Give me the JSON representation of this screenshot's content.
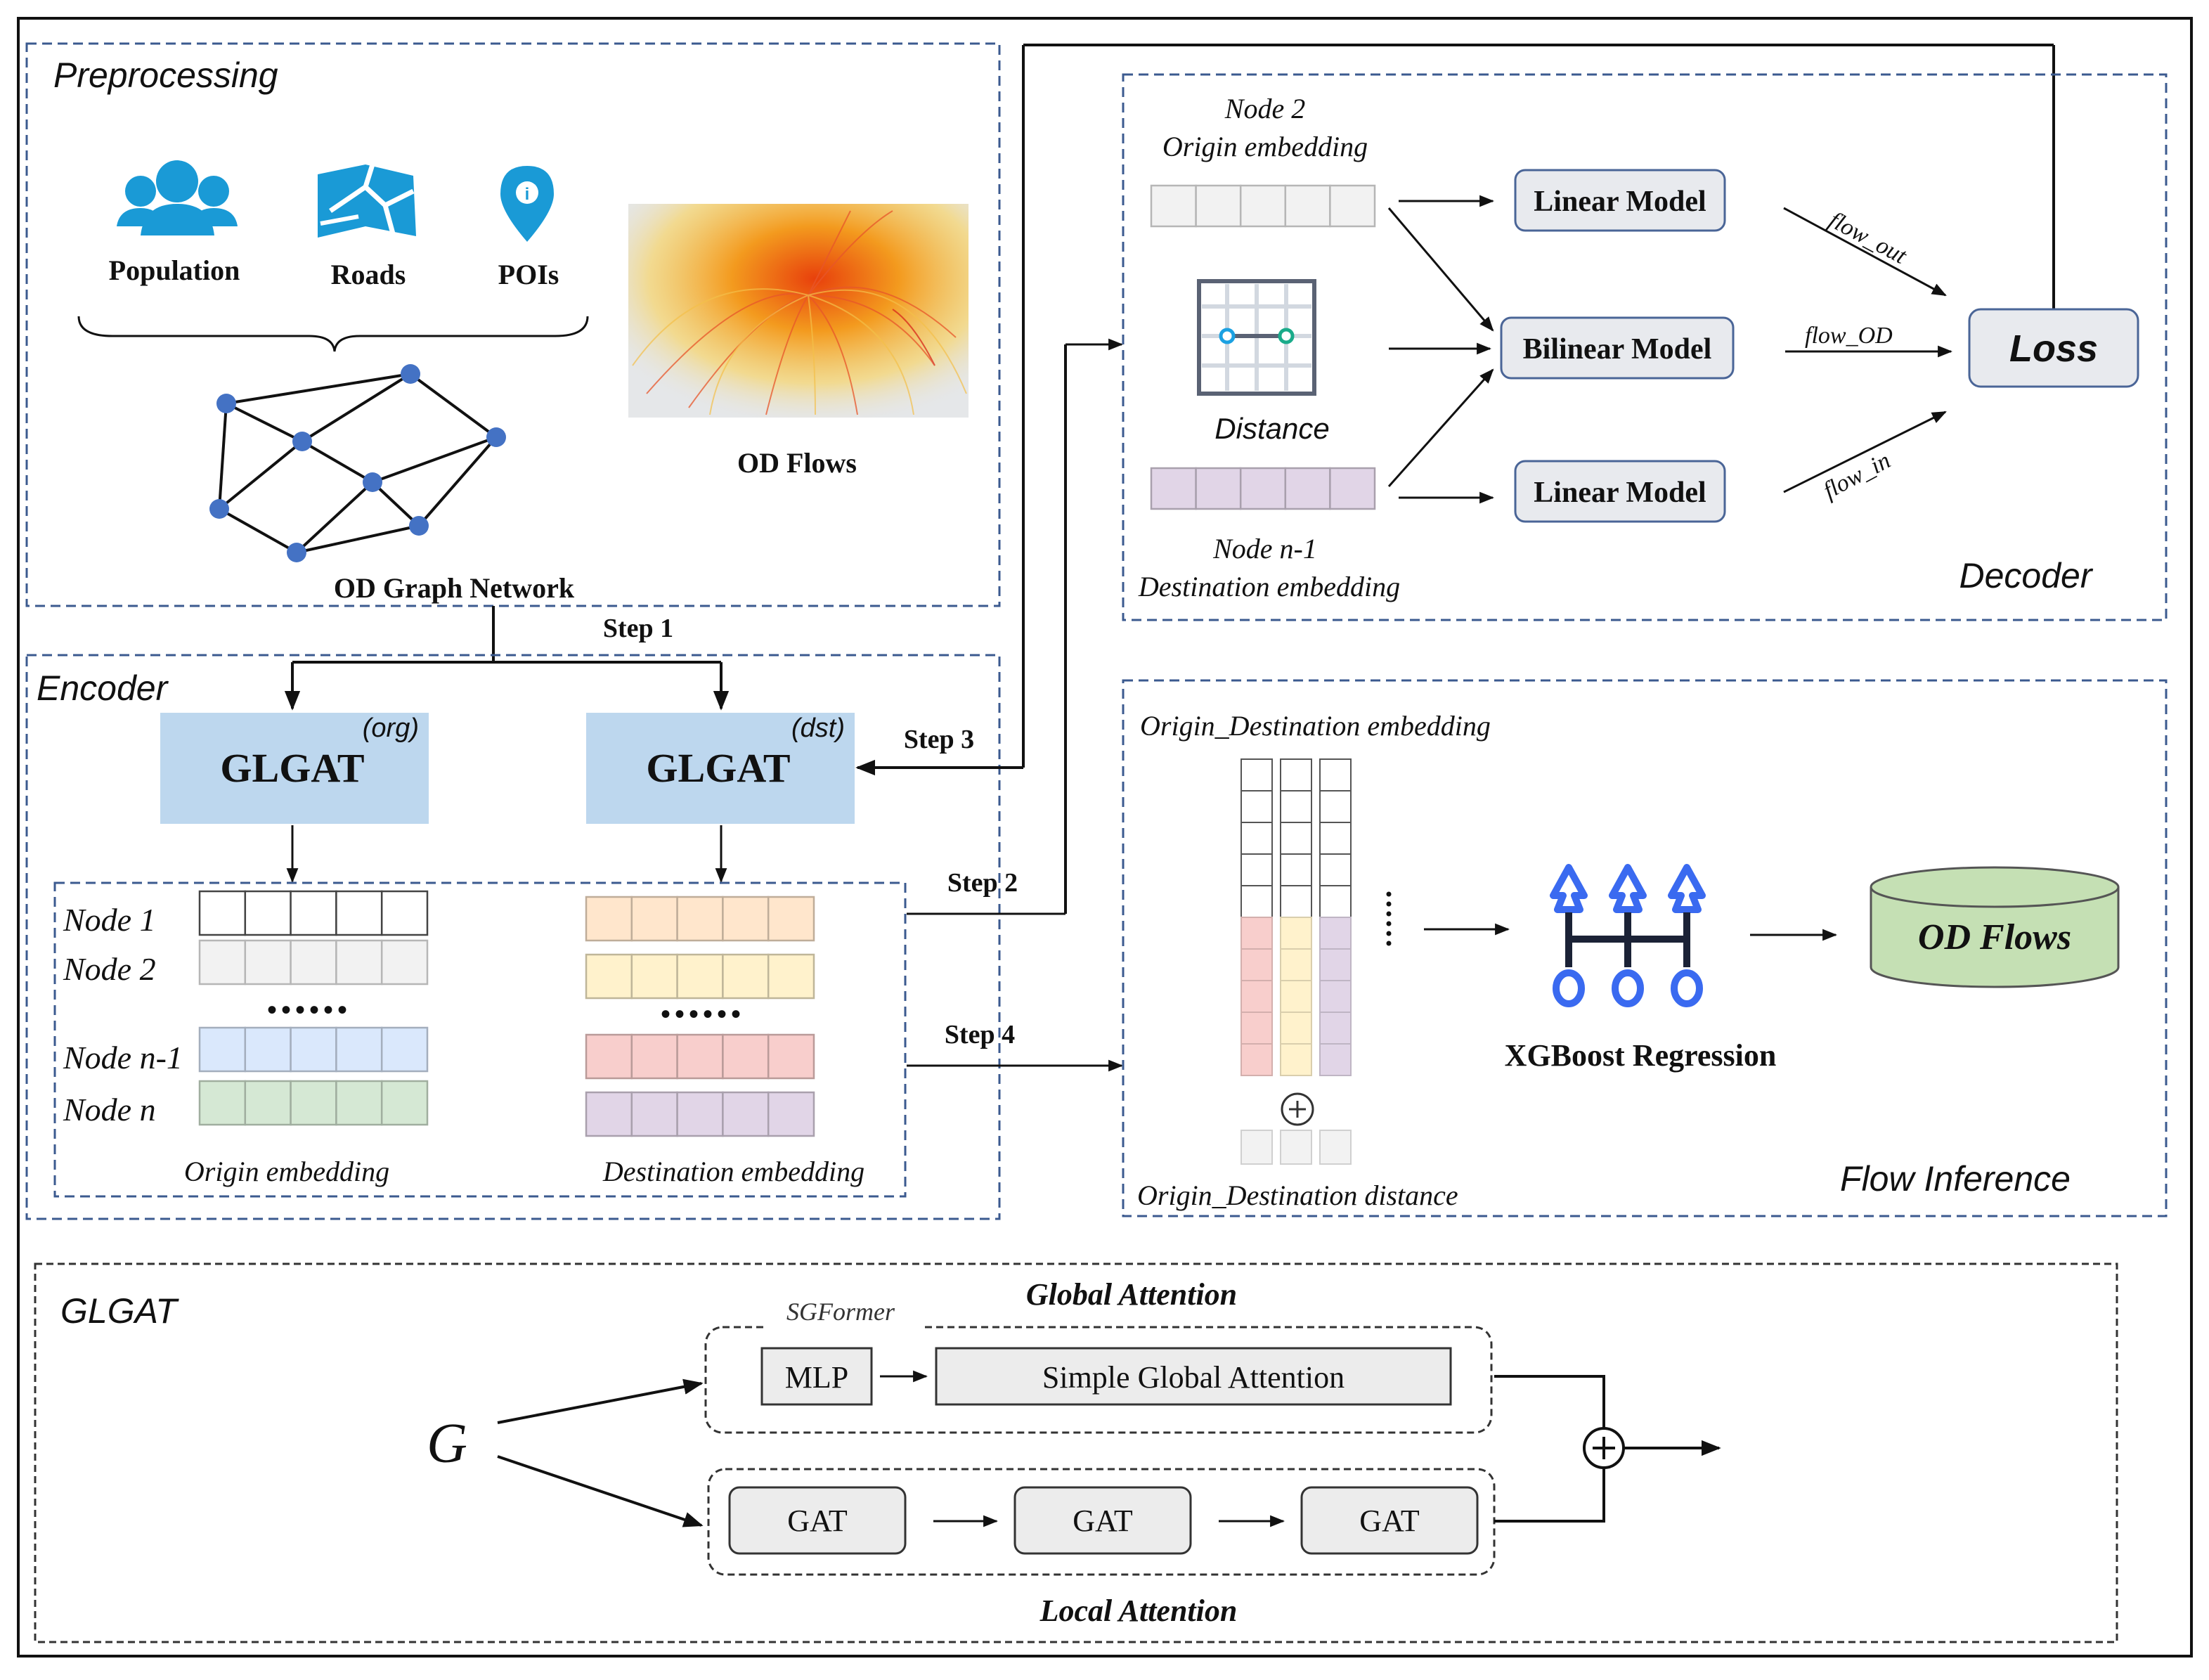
{
  "preprocessing": {
    "title": "Preprocessing",
    "inputs": [
      {
        "label": "Population",
        "icon": "population-icon"
      },
      {
        "label": "Roads",
        "icon": "roads-map-icon"
      },
      {
        "label": "POIs",
        "icon": "poi-pin-icon"
      }
    ],
    "graph_label": "OD Graph Network",
    "od_flows_label": "OD Flows"
  },
  "steps": {
    "step1": "Step 1",
    "step2": "Step 2",
    "step3": "Step 3",
    "step4": "Step 4"
  },
  "encoder": {
    "title": "Encoder",
    "glgat_org": {
      "label": "GLGAT",
      "tag": "(org)"
    },
    "glgat_dst": {
      "label": "GLGAT",
      "tag": "(dst)"
    },
    "nodes": [
      "Node 1",
      "Node 2",
      "Node n-1",
      "Node n"
    ],
    "ellipsis": "••••••",
    "origin_caption": "Origin embedding",
    "destination_caption": "Destination embedding",
    "origin_colors": [
      "#ffffff",
      "#f2f2f2",
      "#dae8fc",
      "#d5e8d4"
    ],
    "destination_colors": [
      "#ffe6cc",
      "#fff2cc",
      "#f8cecc",
      "#e1d5e7"
    ]
  },
  "decoder": {
    "title": "Decoder",
    "origin_label_line1": "Node 2",
    "origin_label_line2": "Origin embedding",
    "distance_label": "Distance",
    "dest_label_line1": "Node n-1",
    "dest_label_line2": "Destination embedding",
    "linear_top": "Linear Model",
    "bilinear": "Bilinear Model",
    "linear_bottom": "Linear Model",
    "flow_out": "flow_out",
    "flow_od": "flow_OD",
    "flow_in": "flow_in",
    "loss": "Loss"
  },
  "flow_inference": {
    "title": "Flow Inference",
    "embedding_label": "Origin_Destination embedding",
    "distance_label": "Origin_Destination distance",
    "model_label": "XGBoost Regression",
    "output_label": "OD Flows"
  },
  "glgat_detail": {
    "title": "GLGAT",
    "input_symbol": "G",
    "global_title": "Global Attention",
    "sgformer_label": "SGFormer",
    "mlp": "MLP",
    "simple_global_attention": "Simple Global Attention",
    "local_title": "Local Attention",
    "gat_blocks": [
      "GAT",
      "GAT",
      "GAT"
    ]
  }
}
